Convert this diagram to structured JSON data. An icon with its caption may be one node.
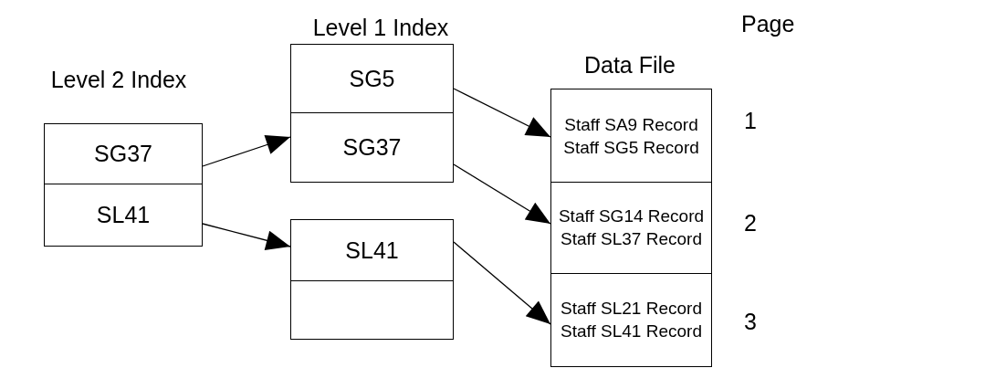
{
  "diagram": {
    "nodes": [
      {
        "text": [
          "Level 2 Index"
        ]
      },
      {
        "text": [
          "SG37"
        ],
        "in": 0
      },
      {
        "text": [
          "SL41"
        ],
        "in": 0
      },
      {
        "text": [
          "Level 1 Index"
        ]
      },
      {
        "text": [
          "SG5"
        ],
        "in": 3
      },
      {
        "text": [
          "SG37"
        ],
        "in": 3
      },
      {
        "text": [],
        "shape": "box"
      },
      {
        "text": [
          "SL41"
        ],
        "in": 6
      },
      {
        "text": [],
        "shape": "box",
        "in": 6
      },
      {
        "text": [
          "Data File"
        ]
      },
      {
        "text": [
          "Staff SA9 Record",
          "Staff SG5 Record"
        ],
        "in": 9,
        "beside": [
          "1"
        ]
      },
      {
        "text": [
          "Staff SG14 Record",
          "Staff SL37 Record"
        ],
        "in": 9,
        "beside": [
          "2"
        ]
      },
      {
        "text": [
          "Staff SL21 Record",
          "Staff SL41 Record"
        ],
        "in": 9,
        "beside": [
          "3"
        ]
      }
    ],
    "edges": [
      {
        "from": 1,
        "to": 3,
        "arrow": "to"
      },
      {
        "from": 2,
        "to": 6,
        "arrow": "to"
      },
      {
        "from": 4,
        "to": 10,
        "arrow": "to"
      },
      {
        "from": 5,
        "to": 11,
        "arrow": "to"
      },
      {
        "from": 7,
        "to": 12,
        "arrow": "to"
      }
    ],
    "labels": [
      "Page"
    ]
  }
}
